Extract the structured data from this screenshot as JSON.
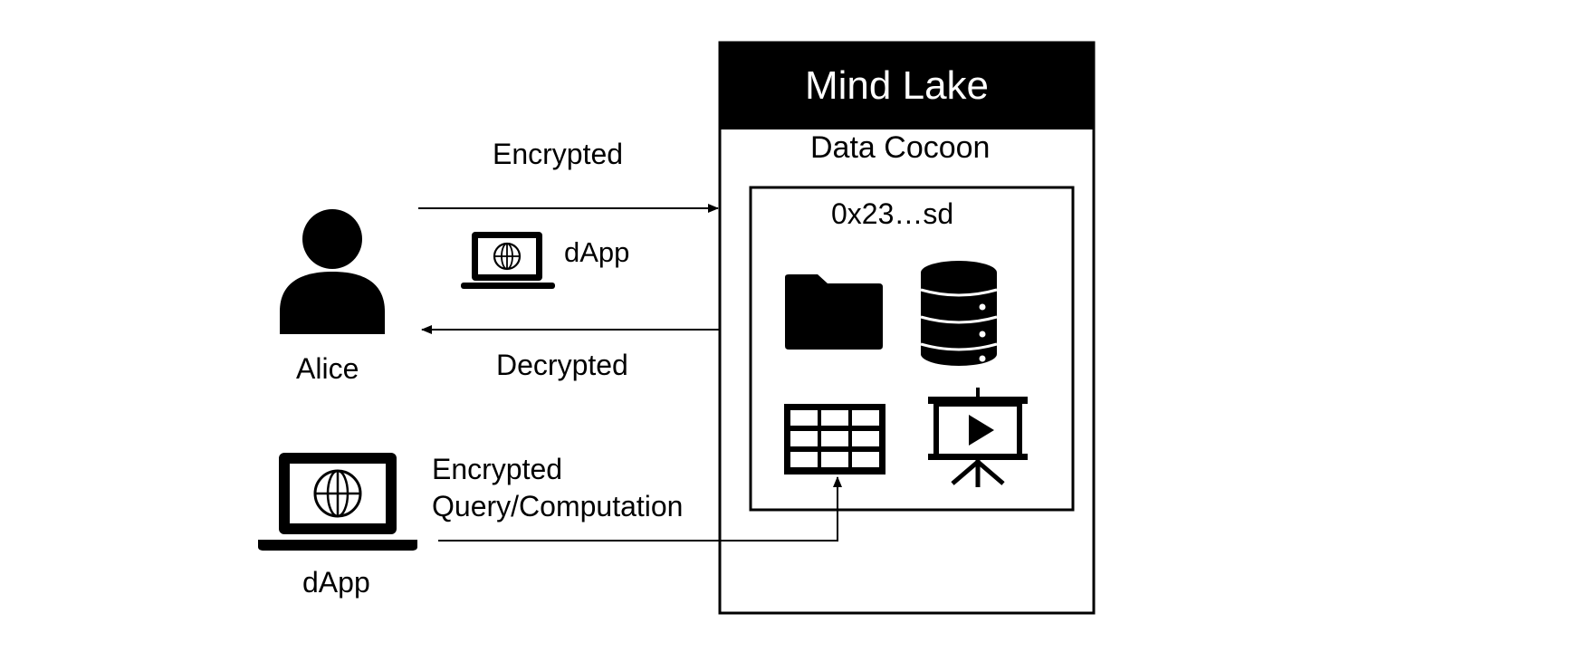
{
  "mind_lake": {
    "title": "Mind Lake",
    "subtitle": "Data Cocoon"
  },
  "cocoon": {
    "address": "0x23…sd",
    "icons": [
      "folder-icon",
      "database-icon",
      "table-icon",
      "presentation-icon"
    ]
  },
  "user": {
    "name": "Alice",
    "icon": "person-icon"
  },
  "flows": {
    "to_lake": "Encrypted",
    "from_lake": "Decrypted",
    "middle_app": "dApp",
    "query_line1": "Encrypted",
    "query_line2": "Query/Computation"
  },
  "bottom_app": {
    "label": "dApp",
    "icon": "laptop-globe-icon"
  }
}
